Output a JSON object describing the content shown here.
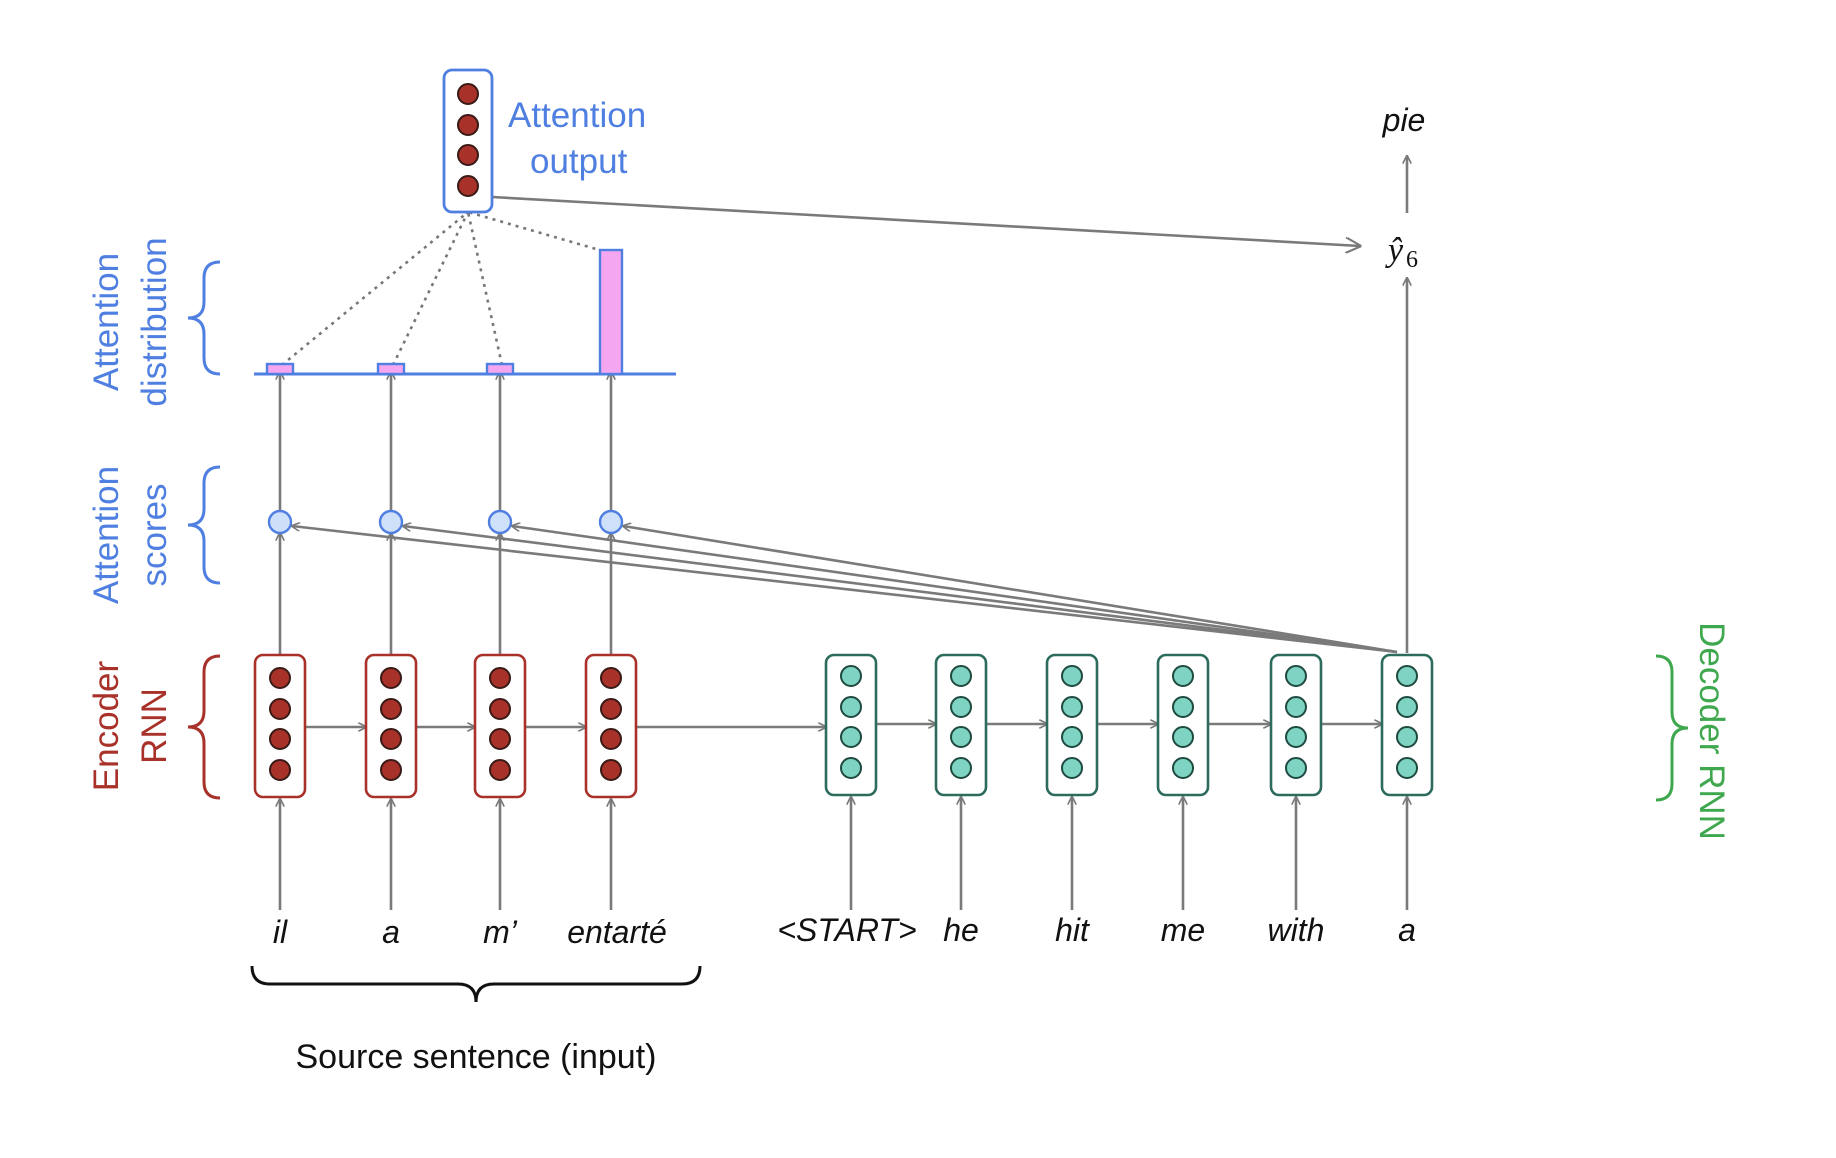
{
  "title": "",
  "colors": {
    "encoder": "#a8322a",
    "encoder_dot": "#a8322a",
    "decoder": "#2d6b5c",
    "decoder_dot": "#7fd3c2",
    "attention_blue": "#4f7fe0",
    "score_fill": "#cfe0fb",
    "bar_fill": "#f4a7f0",
    "arrow": "#7a7a7a",
    "decoder_label": "#3fa84f"
  },
  "labels": {
    "attention_output_line1": "Attention",
    "attention_output_line2": "output",
    "attention_distribution_line1": "Attention",
    "attention_distribution_line2": "distribution",
    "attention_scores_line1": "Attention",
    "attention_scores_line2": "scores",
    "encoder_rnn_line1": "Encoder",
    "encoder_rnn_line2": "RNN",
    "decoder_rnn": "Decoder RNN",
    "source_sentence": "Source sentence (input)",
    "output_word": "pie",
    "y_hat": "ŷ",
    "y_hat_subscript": "6"
  },
  "source_words": [
    "il",
    "a",
    "m’",
    "entarté"
  ],
  "target_words": [
    "<START>",
    "he",
    "hit",
    "me",
    "with",
    "a"
  ],
  "attention_distribution": [
    0.04,
    0.04,
    0.04,
    0.88
  ],
  "icons": {
    "vector_dot": "circle",
    "brace": "curly-brace"
  }
}
